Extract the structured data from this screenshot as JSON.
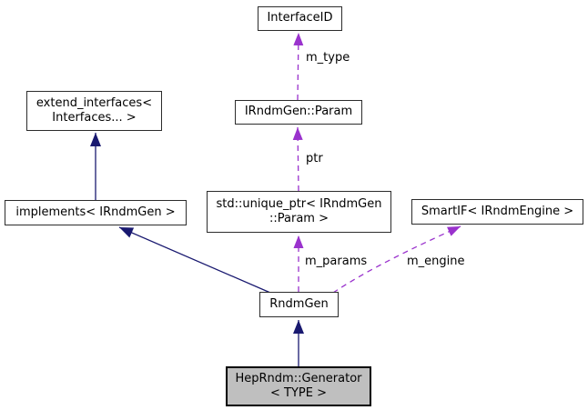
{
  "diagram": {
    "kind": "collaboration-graph",
    "nodes": {
      "interface_id": {
        "label": "InterfaceID"
      },
      "extend_interfaces": {
        "lines": [
          "extend_interfaces<",
          "Interfaces... >"
        ]
      },
      "irndmgen_param": {
        "label": "IRndmGen::Param"
      },
      "implements_irndmgen": {
        "label": "implements< IRndmGen >"
      },
      "unique_ptr_param": {
        "lines": [
          "std::unique_ptr< IRndmGen",
          "::Param >"
        ]
      },
      "smartif_irndmengine": {
        "label": "SmartIF< IRndmEngine >"
      },
      "rndmgen": {
        "label": "RndmGen"
      },
      "heprndm_generator": {
        "lines": [
          "HepRndm::Generator",
          "< TYPE >"
        ]
      }
    },
    "edge_labels": {
      "m_type": "m_type",
      "ptr": "ptr",
      "m_params": "m_params",
      "m_engine": "m_engine"
    },
    "colors": {
      "inheritance_edge": "#191970",
      "usage_edge": "#9a32cd",
      "node_border": "#2c2c2c",
      "node_fill": "#ffffff",
      "selected_node_fill": "#bfbfbf",
      "background": "#ffffff",
      "text": "#000000"
    }
  }
}
